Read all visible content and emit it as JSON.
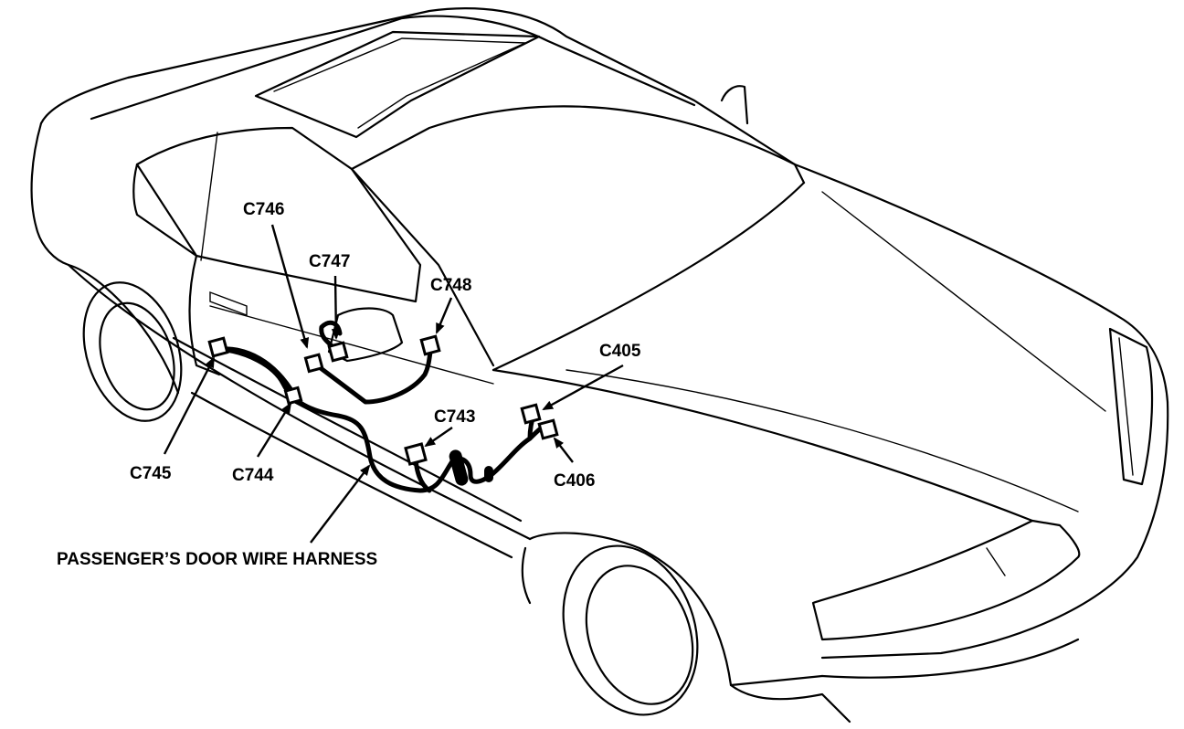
{
  "labels": {
    "c746": "C746",
    "c747": "C747",
    "c748": "C748",
    "c405": "C405",
    "c743": "C743",
    "c406": "C406",
    "c745": "C745",
    "c744": "C744",
    "harness": "PASSENGER’S DOOR WIRE HARNESS"
  }
}
